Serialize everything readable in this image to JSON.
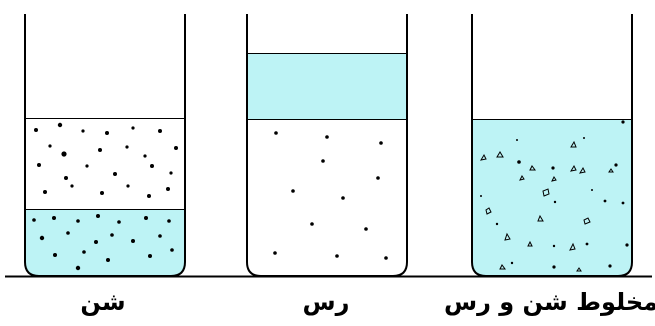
{
  "colors": {
    "water": "#bdf3f5",
    "outline": "#000000",
    "particle": "#000000",
    "background": "#ffffff"
  },
  "containers": [
    {
      "label": "شن",
      "layers": [
        "air",
        "sand-with-air",
        "sand-with-water"
      ],
      "particle_style": "dot"
    },
    {
      "label": "رس",
      "layers": [
        "air",
        "water",
        "clay"
      ],
      "particle_style": "dot"
    },
    {
      "label": "مخلوط شن و رس",
      "layers": [
        "air",
        "water-with-mixed-particles"
      ],
      "particle_style": "mixed"
    }
  ]
}
